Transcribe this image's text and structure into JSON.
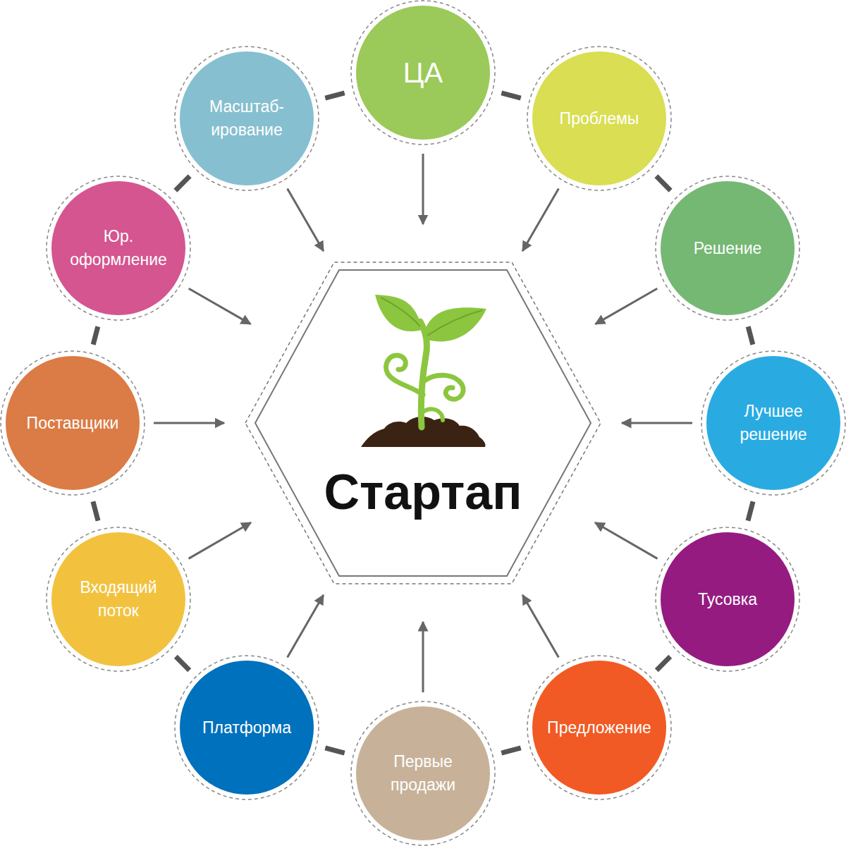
{
  "diagram": {
    "nodes": [
      {
        "text": [
          "ЦА"
        ]
      },
      {
        "text": [
          "Проблемы"
        ]
      },
      {
        "text": [
          "Решение"
        ]
      },
      {
        "text": [
          "Лучшее решение"
        ]
      },
      {
        "text": [
          "Тусовка"
        ]
      },
      {
        "text": [
          "Предложение"
        ]
      },
      {
        "text": [
          "Первые продажи"
        ]
      },
      {
        "text": [
          "Платформа"
        ]
      },
      {
        "text": [
          "Входящий поток"
        ]
      },
      {
        "text": [
          "Поставщики"
        ]
      },
      {
        "text": [
          "Юр. оформление"
        ]
      },
      {
        "text": [
          "Масштаб- ирование"
        ]
      },
      {
        "text": [
          "Стартап"
        ]
      }
    ],
    "edges": [
      {
        "from": 0,
        "to": 12,
        "arrow": "to"
      },
      {
        "from": 1,
        "to": 12,
        "arrow": "to"
      },
      {
        "from": 2,
        "to": 12,
        "arrow": "to"
      },
      {
        "from": 3,
        "to": 12,
        "arrow": "to"
      },
      {
        "from": 4,
        "to": 12,
        "arrow": "to"
      },
      {
        "from": 5,
        "to": 12,
        "arrow": "to"
      },
      {
        "from": 6,
        "to": 12,
        "arrow": "to"
      },
      {
        "from": 7,
        "to": 12,
        "arrow": "to"
      },
      {
        "from": 8,
        "to": 12,
        "arrow": "to"
      },
      {
        "from": 9,
        "to": 12,
        "arrow": "to"
      },
      {
        "from": 10,
        "to": 12,
        "arrow": "to"
      },
      {
        "from": 11,
        "to": 12,
        "arrow": "to"
      },
      {
        "from": 0,
        "to": 1,
        "arrow": "none"
      },
      {
        "from": 1,
        "to": 2,
        "arrow": "none"
      },
      {
        "from": 2,
        "to": 3,
        "arrow": "none"
      },
      {
        "from": 3,
        "to": 4,
        "arrow": "none"
      },
      {
        "from": 4,
        "to": 5,
        "arrow": "none"
      },
      {
        "from": 5,
        "to": 6,
        "arrow": "none"
      },
      {
        "from": 6,
        "to": 7,
        "arrow": "none"
      },
      {
        "from": 7,
        "to": 8,
        "arrow": "none"
      },
      {
        "from": 8,
        "to": 9,
        "arrow": "none"
      },
      {
        "from": 9,
        "to": 10,
        "arrow": "none"
      },
      {
        "from": 10,
        "to": 11,
        "arrow": "none"
      },
      {
        "from": 11,
        "to": 0,
        "arrow": "none"
      }
    ]
  }
}
